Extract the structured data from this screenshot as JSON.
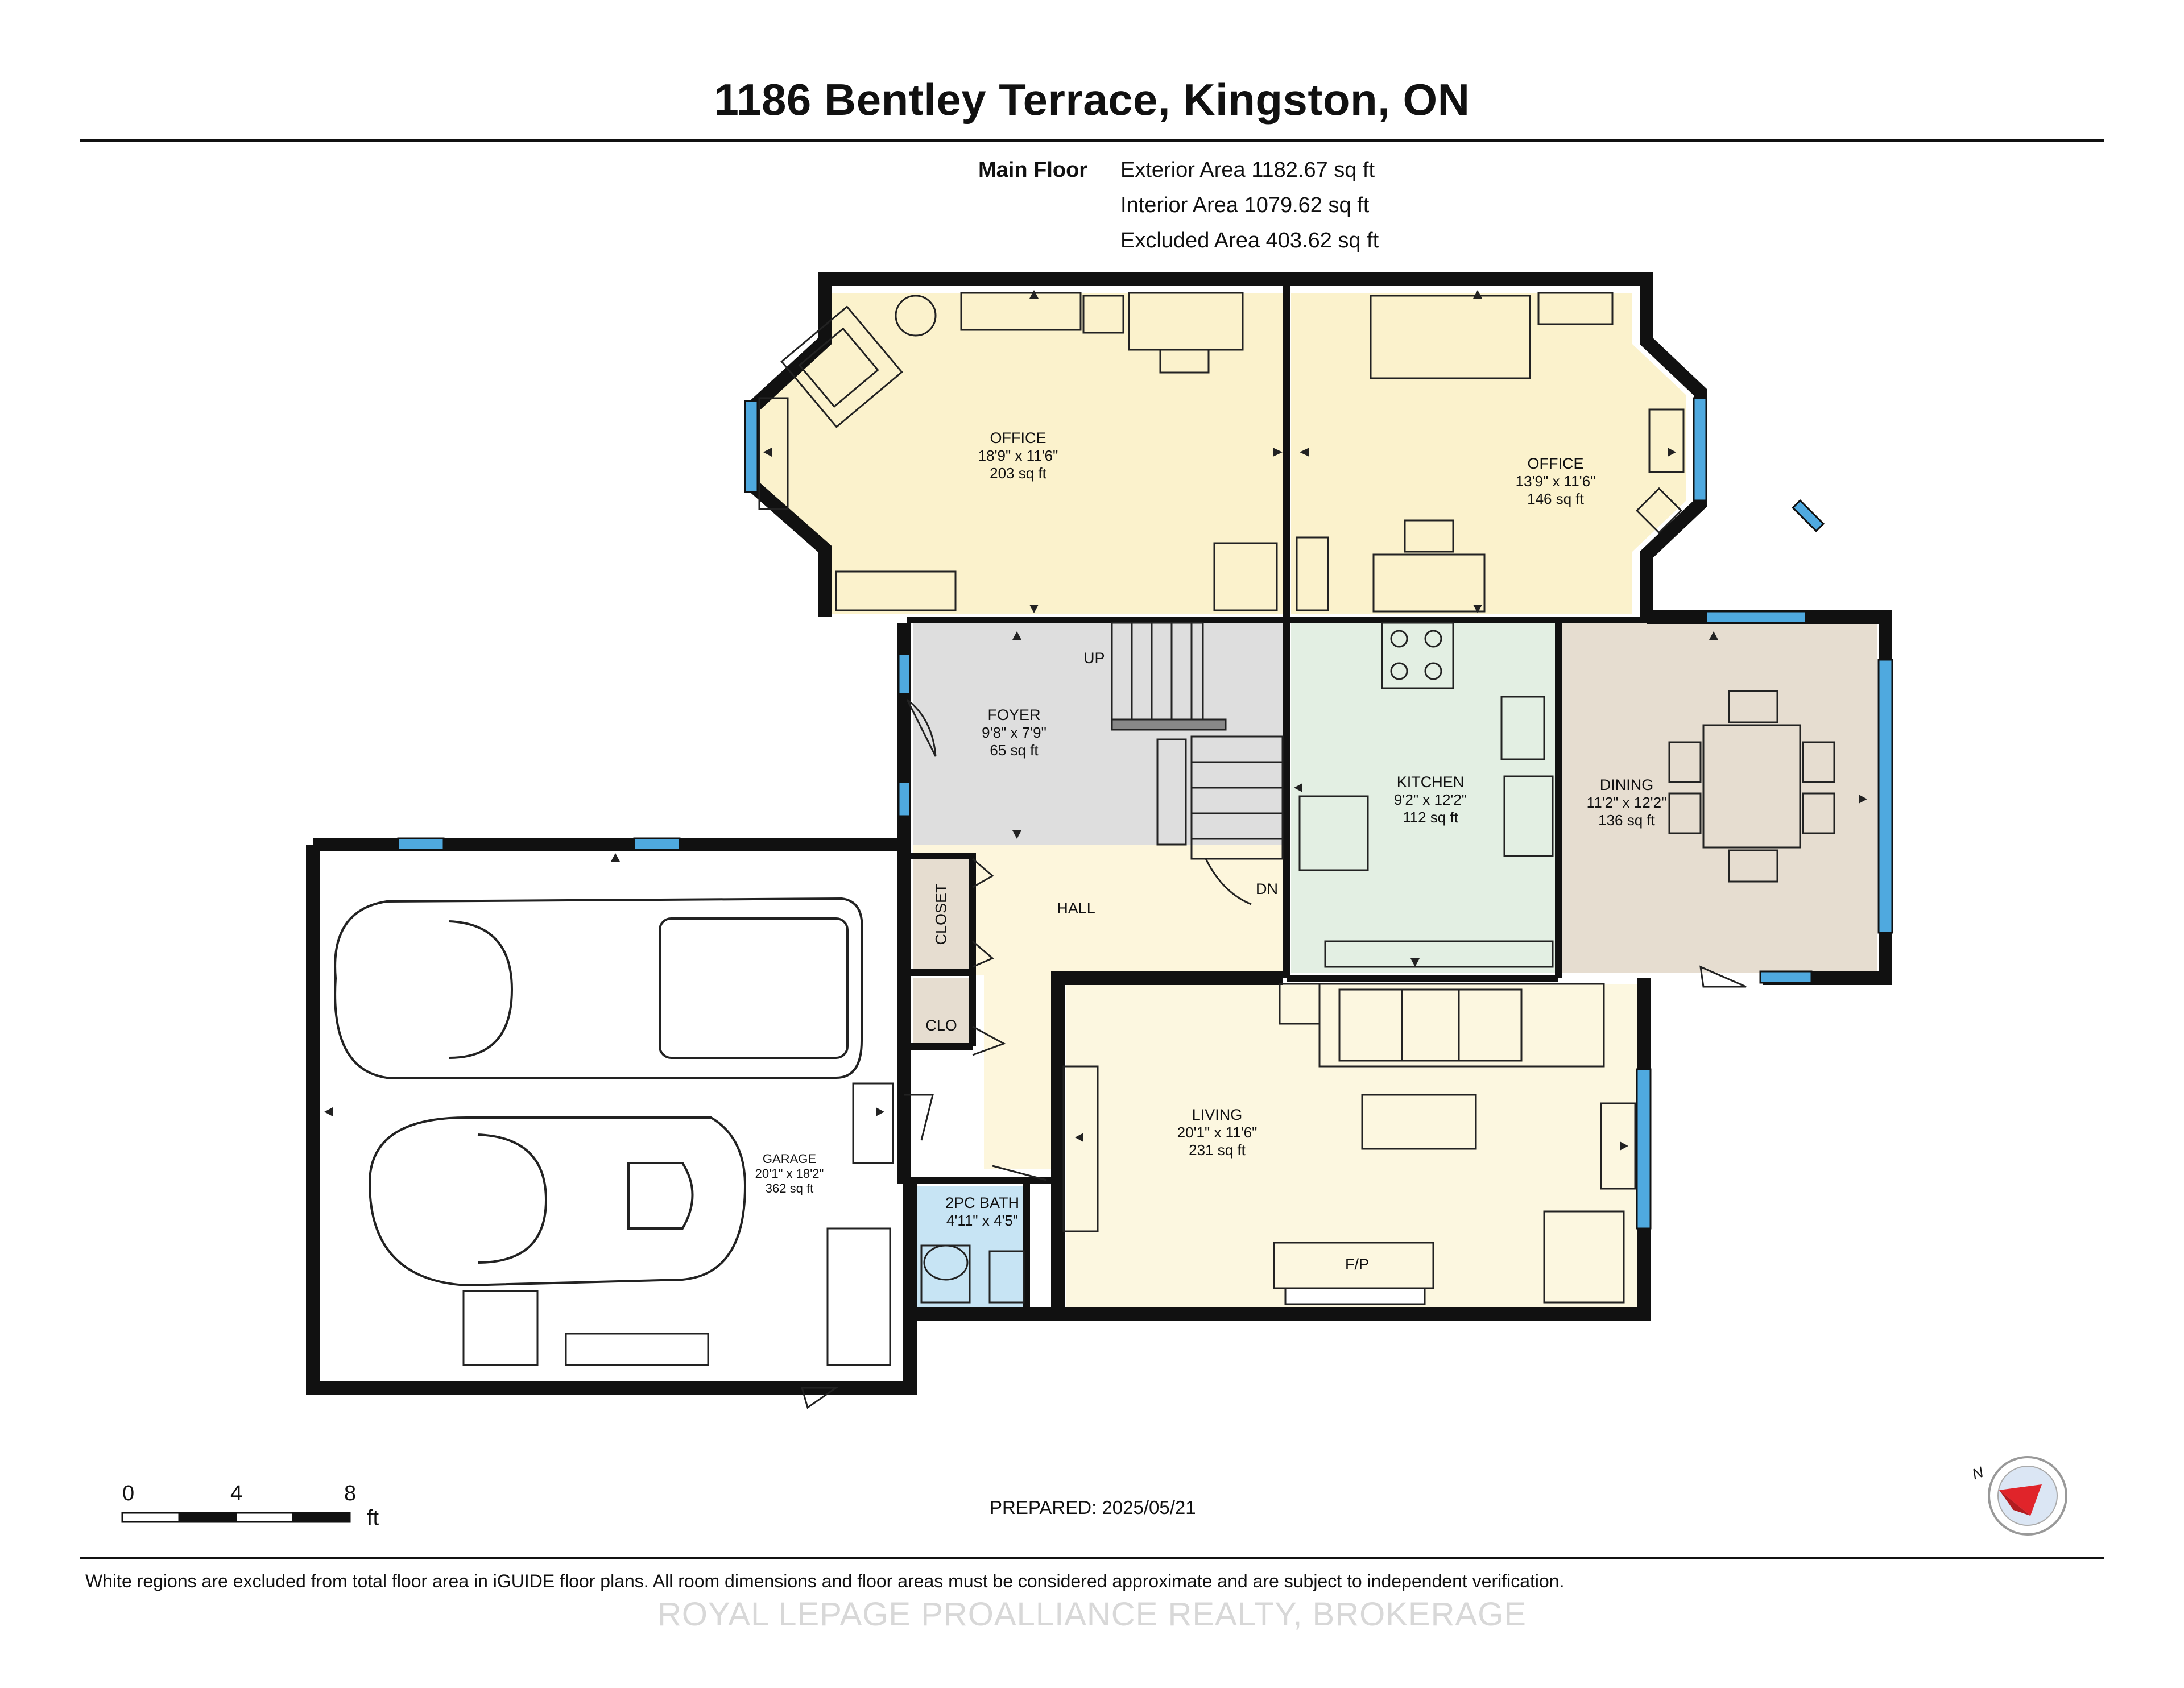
{
  "title": "1186 Bentley Terrace, Kingston, ON",
  "floor": {
    "name": "Main Floor",
    "exterior_area": "Exterior Area 1182.67 sq ft",
    "interior_area": "Interior Area 1079.62 sq ft",
    "excluded_area": "Excluded Area 403.62 sq ft"
  },
  "rooms": {
    "office_left": {
      "name": "OFFICE",
      "dims": "18'9\" x 11'6\"",
      "area": "203 sq ft"
    },
    "office_right": {
      "name": "OFFICE",
      "dims": "13'9\" x 11'6\"",
      "area": "146 sq ft"
    },
    "foyer": {
      "name": "FOYER",
      "dims": "9'8\" x 7'9\"",
      "area": "65 sq ft"
    },
    "kitchen": {
      "name": "KITCHEN",
      "dims": "9'2\" x 12'2\"",
      "area": "112 sq ft"
    },
    "dining": {
      "name": "DINING",
      "dims": "11'2\" x 12'2\"",
      "area": "136 sq ft"
    },
    "hall": {
      "name": "HALL"
    },
    "closet": {
      "name": "CLOSET"
    },
    "clo": {
      "name": "CLO"
    },
    "living": {
      "name": "LIVING",
      "dims": "20'1\" x 11'6\"",
      "area": "231 sq ft"
    },
    "bath": {
      "name": "2PC BATH",
      "dims": "4'11\" x 4'5\""
    },
    "garage": {
      "name": "GARAGE",
      "dims": "20'1\" x 18'2\"",
      "area": "362 sq ft"
    }
  },
  "labels": {
    "up": "UP",
    "dn": "DN",
    "fp": "F/P"
  },
  "scale": {
    "ticks": [
      "0",
      "4",
      "8"
    ],
    "unit": "ft"
  },
  "compass": {
    "north": "N"
  },
  "prepared": "PREPARED: 2025/05/21",
  "disclaimer": "White regions are excluded from total floor area in iGUIDE floor plans. All room dimensions and floor areas must be considered approximate and are subject to independent verification.",
  "watermark": "ROYAL LEPAGE PROALLIANCE REALTY, BROKERAGE",
  "colors": {
    "office": "#fbf2cc",
    "foyer": "#dedede",
    "kitchen": "#e3efe3",
    "dining": "#e6ddd0",
    "hall": "#fdf6dc",
    "living": "#fcf7e0",
    "bath": "#c7e4f4",
    "closet": "#e6ddd0",
    "window": "#4fa9df",
    "wall": "#111111"
  }
}
